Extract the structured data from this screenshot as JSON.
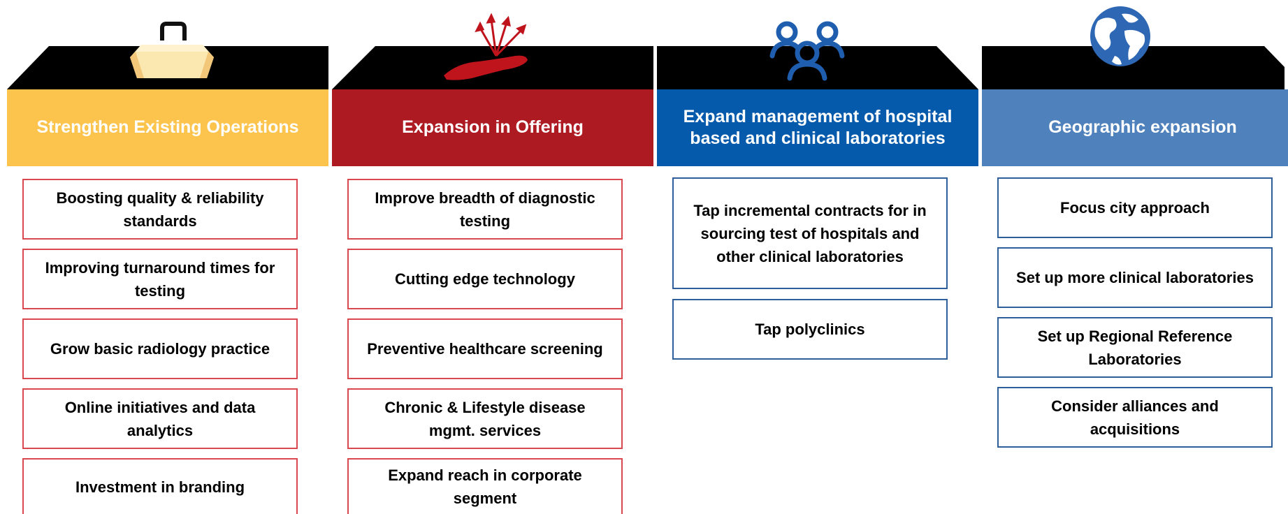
{
  "colors": {
    "roof": "#000000",
    "col1_header": "#fcc44d",
    "col2_header": "#ae1a21",
    "col3_header": "#065aac",
    "col4_header": "#4f81bd",
    "red_border": "#d9484d",
    "blue_border": "#2e5f9b"
  },
  "columns": [
    {
      "icon": "toolbox-icon",
      "header": "Strengthen Existing Operations",
      "items": [
        "Boosting quality & reliability standards",
        "Improving turnaround times for testing",
        "Grow basic radiology practice",
        "Online initiatives and data analytics",
        "Investment in branding"
      ]
    },
    {
      "icon": "hand-growth-arrows-icon",
      "header": "Expansion in Offering",
      "items": [
        "Improve breadth of diagnostic testing",
        "Cutting edge technology",
        "Preventive healthcare screening",
        "Chronic & Lifestyle disease mgmt. services",
        "Expand reach in corporate segment"
      ]
    },
    {
      "icon": "people-group-icon",
      "header": "Expand management of hospital based and clinical laboratories",
      "items": [
        "Tap incremental contracts for in sourcing test of hospitals and other clinical laboratories",
        "Tap polyclinics"
      ]
    },
    {
      "icon": "globe-icon",
      "header": "Geographic expansion",
      "items": [
        "Focus city approach",
        "Set up more clinical laboratories",
        "Set up Regional Reference Laboratories",
        "Consider alliances and acquisitions"
      ]
    }
  ]
}
